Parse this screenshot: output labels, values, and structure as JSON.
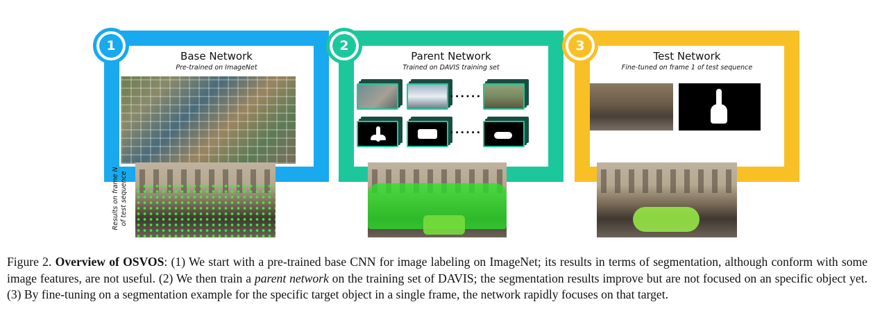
{
  "panels": [
    {
      "number": "1",
      "title": "Base Network",
      "subtitle": "Pre-trained on ImageNet",
      "color": "#18a9ee"
    },
    {
      "number": "2",
      "title": "Parent Network",
      "subtitle": "Trained on DAVIS training set",
      "color": "#1dc79c"
    },
    {
      "number": "3",
      "title": "Test Network",
      "subtitle": "Fine-tuned on frame 1 of test sequence",
      "color": "#f9c026"
    }
  ],
  "ellipsis": "......",
  "side_label": {
    "line1": "Results on frame N",
    "line2": "of test sequence"
  },
  "caption": {
    "figure_label": "Figure 2.",
    "bold_title": "Overview of OSVOS",
    "part1": ": (1) We start with a pre-trained base CNN for image labeling on ImageNet; its results in terms of segmentation, although conform with some image features, are not useful. (2) We then train a ",
    "italic": "parent network",
    "part2": " on the training set of DAVIS; the segmentation results improve but are not focused on an specific object yet. (3) By fine-tuning on a segmentation example for the specific target object in a single frame, the network rapidly focuses on that target."
  }
}
